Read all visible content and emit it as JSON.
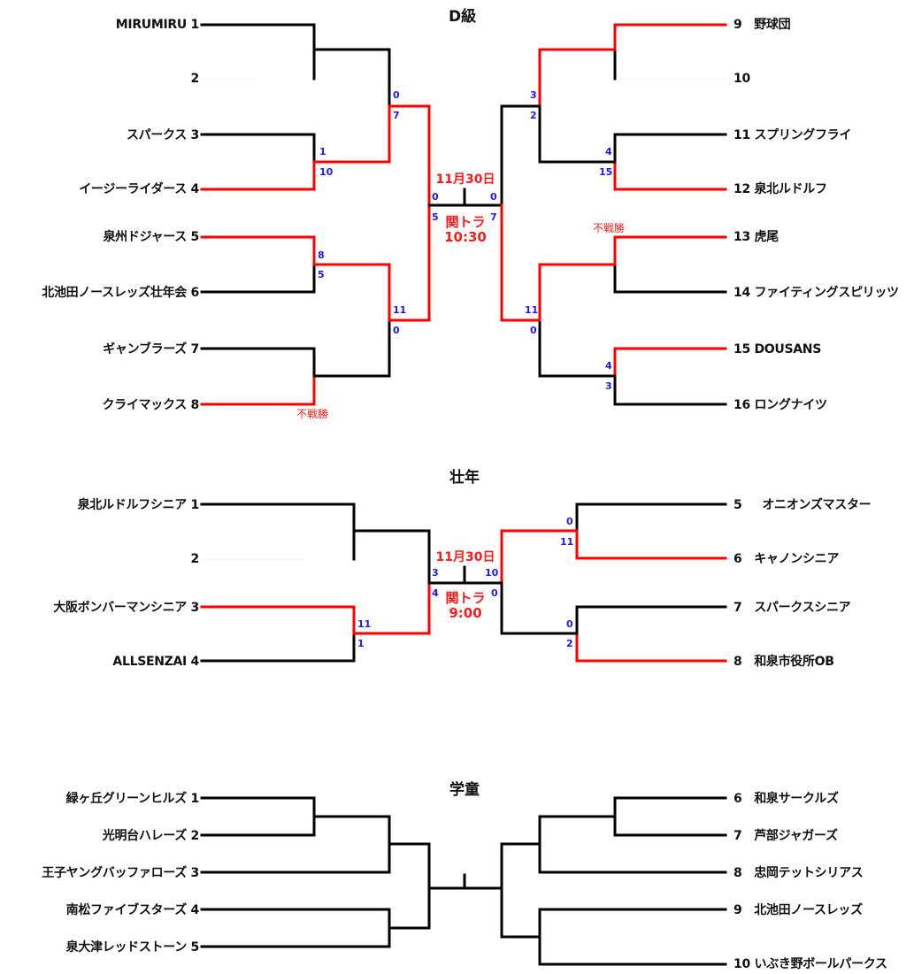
{
  "colors": {
    "win_line": "#ff0000",
    "line": "#000000",
    "score": "#1a1aff",
    "accent": "#ff1a1a"
  },
  "d_class": {
    "title": "D級",
    "date": "11月30日",
    "venue": "関トラ",
    "time": "10:30",
    "walkover_label": "不戦勝",
    "teams": [
      {
        "seed": "1",
        "name": "MIRUMIRU"
      },
      {
        "seed": "2",
        "name": ""
      },
      {
        "seed": "3",
        "name": "スパークス"
      },
      {
        "seed": "4",
        "name": "イージーライダース"
      },
      {
        "seed": "5",
        "name": "泉州ドジャース"
      },
      {
        "seed": "6",
        "name": "北池田ノースレッズ壮年会"
      },
      {
        "seed": "7",
        "name": "ギャンブラーズ"
      },
      {
        "seed": "8",
        "name": "クライマックス"
      },
      {
        "seed": "9",
        "name": "野球団"
      },
      {
        "seed": "10",
        "name": ""
      },
      {
        "seed": "11",
        "name": "スプリングフライ"
      },
      {
        "seed": "12",
        "name": "泉北ルドルフ"
      },
      {
        "seed": "13",
        "name": "虎尾"
      },
      {
        "seed": "14",
        "name": "ファイティングスピリッツ"
      },
      {
        "seed": "15",
        "name": "DOUSANS"
      },
      {
        "seed": "16",
        "name": "ロングナイツ"
      }
    ],
    "scores": {
      "r1_3v4": [
        "1",
        "10"
      ],
      "r1_5v6": [
        "8",
        "5"
      ],
      "r1_15v16": [
        "4",
        "3"
      ],
      "r1_11v12": [
        "4",
        "15"
      ],
      "r2_top_left": [
        "0",
        "7"
      ],
      "r2_bottom_left": [
        "11",
        "0"
      ],
      "r2_top_right": [
        "3",
        "2"
      ],
      "r2_bottom_right": [
        "11",
        "0"
      ],
      "semi_left": [
        "0",
        "5"
      ],
      "semi_right": [
        "0",
        "7"
      ]
    }
  },
  "senior": {
    "title": "壮年",
    "date": "11月30日",
    "venue": "関トラ",
    "time": "9:00",
    "teams": [
      {
        "seed": "1",
        "name": "泉北ルドルフシニア"
      },
      {
        "seed": "2",
        "name": ""
      },
      {
        "seed": "3",
        "name": "大阪ボンバーマンシニア"
      },
      {
        "seed": "4",
        "name": "ALLSENZAI"
      },
      {
        "seed": "5",
        "name": "オニオンズマスター"
      },
      {
        "seed": "6",
        "name": "キャノンシニア"
      },
      {
        "seed": "7",
        "name": "スパークスシニア"
      },
      {
        "seed": "8",
        "name": "和泉市役所OB"
      }
    ],
    "scores": {
      "r1_3v4": [
        "11",
        "1"
      ],
      "r1_5v6": [
        "0",
        "11"
      ],
      "r1_7v8": [
        "0",
        "2"
      ],
      "semi_left": [
        "3",
        "4"
      ],
      "semi_right": [
        "10",
        "0"
      ]
    }
  },
  "junior": {
    "title": "学童",
    "teams": [
      {
        "seed": "1",
        "name": "緑ヶ丘グリーンヒルズ"
      },
      {
        "seed": "2",
        "name": "光明台ハレーズ"
      },
      {
        "seed": "3",
        "name": "王子ヤングバッファローズ"
      },
      {
        "seed": "4",
        "name": "南松ファイブスターズ"
      },
      {
        "seed": "5",
        "name": "泉大津レッドストーン"
      },
      {
        "seed": "6",
        "name": "和泉サークルズ"
      },
      {
        "seed": "7",
        "name": "芦部ジャガーズ"
      },
      {
        "seed": "8",
        "name": "忠岡テットシリアス"
      },
      {
        "seed": "9",
        "name": "北池田ノースレッズ"
      },
      {
        "seed": "10",
        "name": "いぶき野ボールパークス"
      }
    ]
  }
}
